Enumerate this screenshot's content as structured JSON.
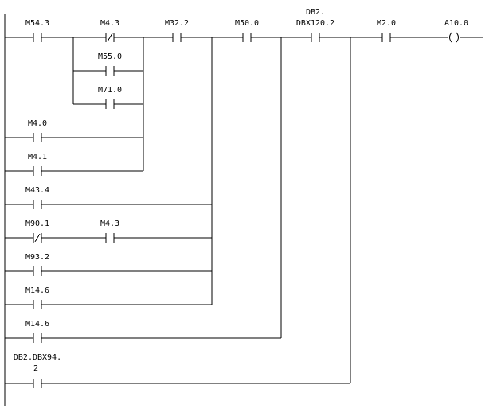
{
  "diagram": {
    "type": "ladder-logic",
    "line_color": "#000000",
    "background": "#ffffff",
    "contacts": [
      {
        "label": "M54.3",
        "kind": "no"
      },
      {
        "label": "M4.3",
        "kind": "nc"
      },
      {
        "label": "M55.0",
        "kind": "no"
      },
      {
        "label": "M71.0",
        "kind": "no"
      },
      {
        "label": "M32.2",
        "kind": "no"
      },
      {
        "label": "M50.0",
        "kind": "no"
      },
      {
        "label": "DB2.DBX120.2",
        "lines": [
          "DB2.",
          "DBX120.2"
        ],
        "kind": "no"
      },
      {
        "label": "M2.0",
        "kind": "no"
      },
      {
        "label": "M4.0",
        "kind": "no"
      },
      {
        "label": "M4.1",
        "kind": "no"
      },
      {
        "label": "M43.4",
        "kind": "no"
      },
      {
        "label": "M90.1",
        "kind": "nc"
      },
      {
        "label": "M4.3",
        "kind": "no"
      },
      {
        "label": "M93.2",
        "kind": "no"
      },
      {
        "label": "M14.6",
        "kind": "no"
      },
      {
        "label": "M14.6",
        "kind": "no"
      },
      {
        "label": "DB2.DBX94.2",
        "lines": [
          "DB2.DBX94.",
          "2"
        ],
        "kind": "no"
      }
    ],
    "coil": {
      "label": "A10.0"
    }
  }
}
